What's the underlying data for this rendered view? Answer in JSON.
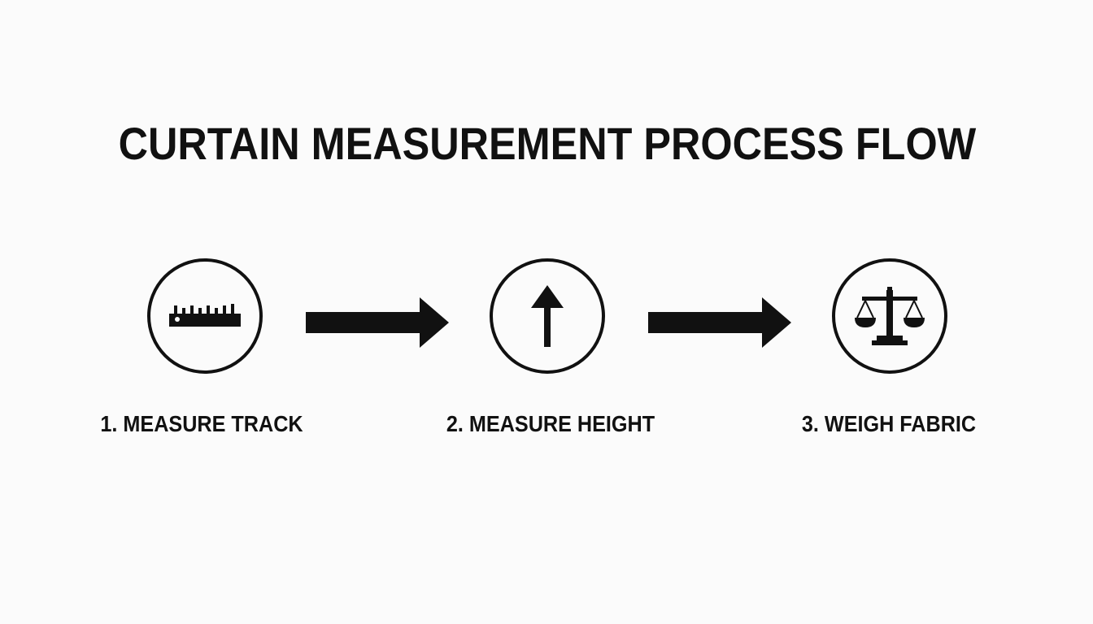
{
  "title": "CURTAIN MEASUREMENT PROCESS FLOW",
  "steps": [
    {
      "label": "1. MEASURE TRACK",
      "icon": "ruler-icon"
    },
    {
      "label": "2. MEASURE HEIGHT",
      "icon": "up-arrow-icon"
    },
    {
      "label": "3. WEIGH FABRIC",
      "icon": "scale-icon"
    }
  ],
  "colors": {
    "background": "#fbfbfb",
    "foreground": "#111111"
  }
}
